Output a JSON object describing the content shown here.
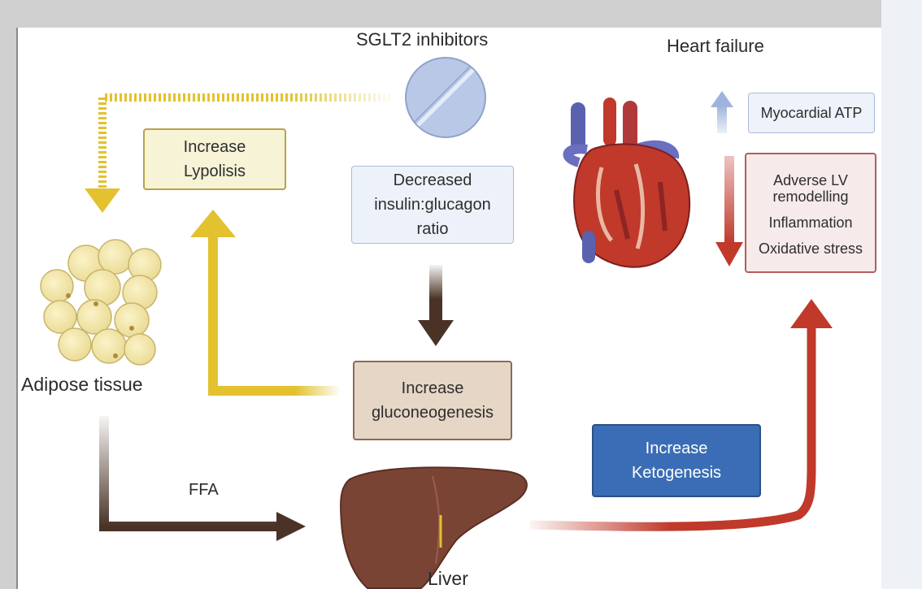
{
  "figure": {
    "drug_label": "SGLT2 inhibitors",
    "heart_title": "Heart failure",
    "adipose_label": "Adipose tissue",
    "liver_label": "Liver",
    "ffa_label": "FFA",
    "boxes": {
      "lypolisis": [
        "Increase",
        "Lypolisis"
      ],
      "insulin_ratio": [
        "Decreased",
        "insulin:glucagon",
        "ratio"
      ],
      "gluconeogenesis": [
        "Increase",
        "gluconeogenesis"
      ],
      "ketogenesis": [
        "Increase",
        "Ketogenesis"
      ],
      "myocardial_atp": "Myocardial ATP",
      "adverse_effects": [
        "Adverse LV",
        "remodelling",
        "Inflammation",
        "Oxidative stress"
      ]
    },
    "colors": {
      "yellow": "#e3c12f",
      "brown": "#4a3326",
      "red": "#c0392b",
      "blue_box": "#3a6db5",
      "light_blue": "#9fb4dc"
    }
  }
}
